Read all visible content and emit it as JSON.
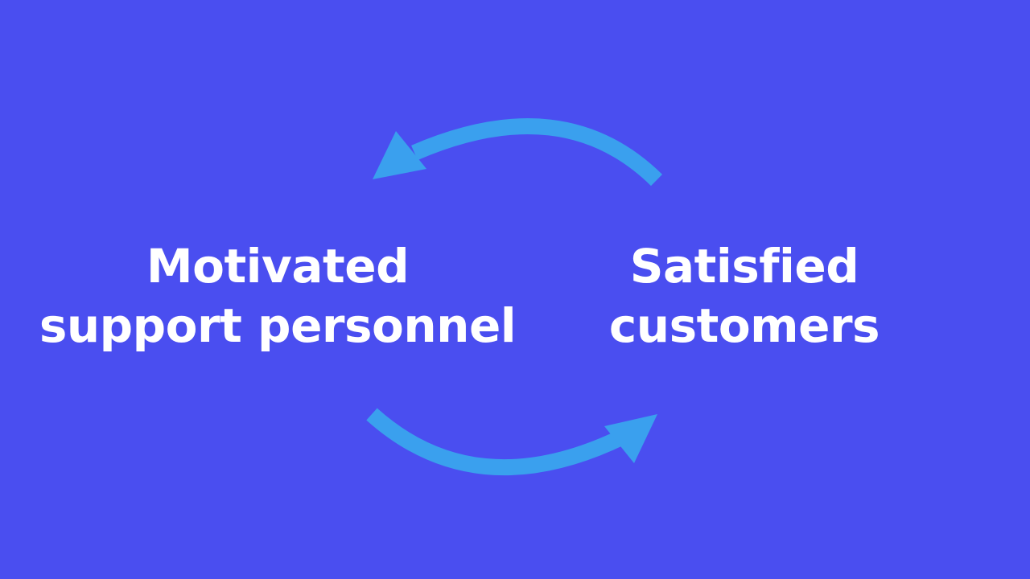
{
  "colors": {
    "background": "#4a4ef0",
    "arrow": "#3aa0ee",
    "text": "#ffffff"
  },
  "nodes": [
    {
      "id": "left",
      "lines": [
        "Motivated",
        "support personnel"
      ]
    },
    {
      "id": "right",
      "lines": [
        "Satisfied",
        "customers"
      ]
    }
  ],
  "arrows": [
    {
      "name": "top-arrow",
      "from": "right",
      "to": "left",
      "direction": "counterclockwise"
    },
    {
      "name": "bottom-arrow",
      "from": "left",
      "to": "right",
      "direction": "clockwise"
    }
  ]
}
